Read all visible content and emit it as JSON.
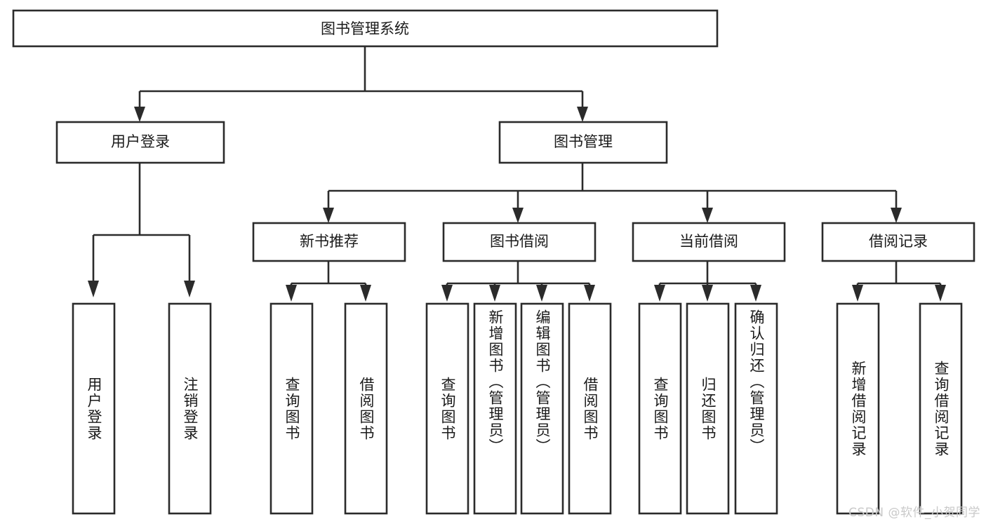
{
  "diagram": {
    "type": "tree-hierarchy",
    "title": "图书管理系统",
    "watermark": "CSDN @软件_小贺同学",
    "colors": {
      "background": "#ffffff",
      "box_fill": "#ffffff",
      "box_stroke": "#2b2b2b",
      "text": "#1a1a1a",
      "watermark": "#c9c9c9"
    },
    "root": {
      "id": "root",
      "label": "图书管理系统",
      "level": 0
    },
    "level1": [
      {
        "id": "user-login",
        "label": "用户登录"
      },
      {
        "id": "book-management",
        "label": "图书管理"
      }
    ],
    "level2": [
      {
        "id": "new-book-recommend",
        "label": "新书推荐",
        "parent": "book-management"
      },
      {
        "id": "book-borrow",
        "label": "图书借阅",
        "parent": "book-management"
      },
      {
        "id": "current-borrow",
        "label": "当前借阅",
        "parent": "book-management"
      },
      {
        "id": "borrow-record",
        "label": "借阅记录",
        "parent": "book-management"
      }
    ],
    "leaves": [
      {
        "id": "leaf-user-login",
        "label": "用户登录",
        "parent": "user-login"
      },
      {
        "id": "leaf-logout",
        "label": "注销登录",
        "parent": "user-login"
      },
      {
        "id": "leaf-query-book-1",
        "label": "查询图书",
        "parent": "new-book-recommend"
      },
      {
        "id": "leaf-borrow-book-1",
        "label": "借阅图书",
        "parent": "new-book-recommend"
      },
      {
        "id": "leaf-query-book-2",
        "label": "查询图书",
        "parent": "book-borrow"
      },
      {
        "id": "leaf-add-book",
        "label": "新增图书（管理员）",
        "parent": "book-borrow"
      },
      {
        "id": "leaf-edit-book",
        "label": "编辑图书（管理员）",
        "parent": "book-borrow"
      },
      {
        "id": "leaf-borrow-book-2",
        "label": "借阅图书",
        "parent": "book-borrow"
      },
      {
        "id": "leaf-query-book-3",
        "label": "查询图书",
        "parent": "current-borrow"
      },
      {
        "id": "leaf-return-book",
        "label": "归还图书",
        "parent": "current-borrow"
      },
      {
        "id": "leaf-confirm-return",
        "label": "确认归还（管理员）",
        "parent": "current-borrow"
      },
      {
        "id": "leaf-add-record",
        "label": "新增借阅记录",
        "parent": "borrow-record"
      },
      {
        "id": "leaf-query-record",
        "label": "查询借阅记录",
        "parent": "borrow-record"
      }
    ]
  }
}
